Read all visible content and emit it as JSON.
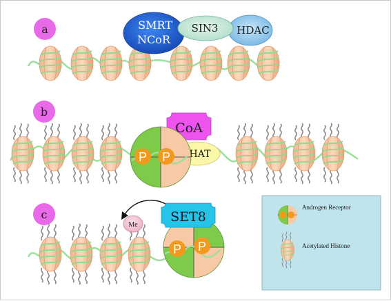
{
  "panels": {
    "a": {
      "label": "a",
      "complex": {
        "smrt_ncor": [
          "SMRT",
          "NCoR"
        ],
        "sin3": "SIN3",
        "hdac": "HDAC"
      }
    },
    "b": {
      "label": "b",
      "coactivator": "CoA",
      "hat": "HAT",
      "phospho": [
        "P",
        "P"
      ]
    },
    "c": {
      "label": "c",
      "methyl": "Me",
      "set8": "SET8",
      "phospho": [
        "P",
        "P"
      ]
    }
  },
  "legend": {
    "androgen_receptor": "Androgen Receptor",
    "acetylated_histone": "Acetylated Histone"
  },
  "colors": {
    "label_circle": "#e86ae8",
    "nucleosome_face": "#f7c9a4",
    "nucleosome_rim": "#e9a77f",
    "dna": "#9be09b",
    "smrt": "#1f5fd0",
    "sin3": "#bfe6d6",
    "hdac": "#8cc3ea",
    "coa": "#ef53ef",
    "hat": "#fbf7a8",
    "set8": "#27c4ea",
    "ar_green": "#7ecb4a",
    "ar_peach": "#f7c9a4",
    "phospho": "#f39a1e",
    "me": "#f4c6d6",
    "legend_bg": "#bfe4ec"
  }
}
